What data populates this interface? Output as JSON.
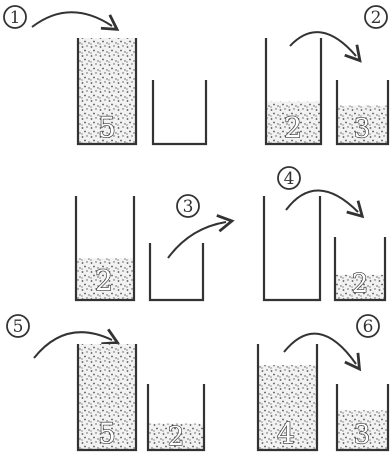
{
  "panels": [
    {
      "step": "1",
      "left": {
        "amount": "5",
        "fill": 1.0
      },
      "right": {
        "amount": "",
        "fill": 0.0
      },
      "arrow": "onto-left"
    },
    {
      "step": "2",
      "left": {
        "amount": "2",
        "fill": 0.4
      },
      "right": {
        "amount": "3",
        "fill": 0.6
      },
      "arrow": "left-to-right"
    },
    {
      "step": "3",
      "left": {
        "amount": "2",
        "fill": 0.4
      },
      "right": {
        "amount": "",
        "fill": 0.0
      },
      "arrow": "out-of-right"
    },
    {
      "step": "4",
      "left": {
        "amount": "",
        "fill": 0.0
      },
      "right": {
        "amount": "2",
        "fill": 0.4
      },
      "arrow": "left-to-right"
    },
    {
      "step": "5",
      "left": {
        "amount": "5",
        "fill": 1.0
      },
      "right": {
        "amount": "2",
        "fill": 0.4
      },
      "arrow": "onto-left"
    },
    {
      "step": "6",
      "left": {
        "amount": "4",
        "fill": 0.8
      },
      "right": {
        "amount": "3",
        "fill": 0.6
      },
      "arrow": "left-to-right"
    }
  ],
  "colors": {
    "ink": "#333333",
    "sand": "#f2f2f2",
    "dots": "#555555"
  }
}
